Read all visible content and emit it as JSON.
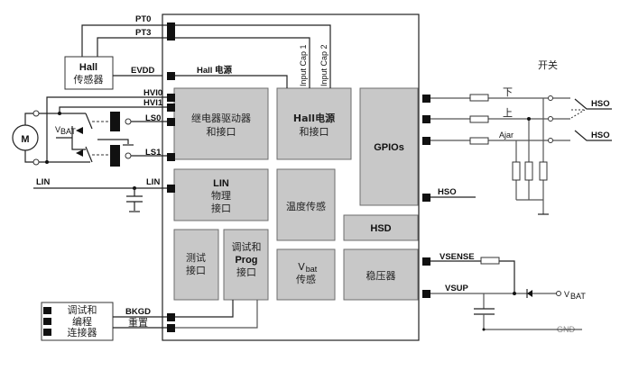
{
  "diagram": {
    "title": "",
    "chip_blocks": {
      "relay_driver": {
        "line1": "继电器驱动器",
        "line2": "和接口"
      },
      "hall_power": {
        "line1": "Hall电源",
        "line2": "和接口"
      },
      "gpios": {
        "label": "GPIOs"
      },
      "lin_phy": {
        "line1": "LIN",
        "line2": "物理",
        "line3": "接口"
      },
      "temp_sense": {
        "label": "温度传感"
      },
      "hsd": {
        "label": "HSD"
      },
      "test_if": {
        "line1": "测试",
        "line2": "接口"
      },
      "debug_prog": {
        "line1": "调试和",
        "line2": "Prog",
        "line3": "接口"
      },
      "vbat_sense": {
        "v": "V",
        "sub": "bat",
        "line2": "传感"
      },
      "regulator": {
        "label": "稳压器"
      }
    },
    "external": {
      "hall_sensor": {
        "line1": "Hall",
        "line2": "传感器"
      },
      "motor": {
        "label": "M"
      },
      "vbat_relay": {
        "v": "V",
        "sub": "BAT"
      },
      "debug_connector": {
        "line1": "调试和",
        "line2": "编程",
        "line3": "连接器"
      },
      "switch_title": "开关",
      "vbat_supply": {
        "v": "V",
        "sub": "BAT"
      },
      "gnd_label": "GND"
    },
    "signals": {
      "pt0": "PT0",
      "pt3": "PT3",
      "evdd": "EVDD",
      "hall_supply": "Hall 电源",
      "input_cap1": "Input Cap 1",
      "input_cap2": "Input Cap 2",
      "hvi0": "HVI0",
      "hvi1": "HVI1",
      "ls0": "LS0",
      "ls1": "LS1",
      "lin_ext": "LIN",
      "lin_pin": "LIN",
      "bkgd": "BKGD",
      "reset": "重置",
      "down": "下",
      "up": "上",
      "ajar": "Ajar",
      "hso_pin": "HSO",
      "hso_sw1": "HSO",
      "hso_sw2": "HSO",
      "vsense": "VSENSE",
      "vsup": "VSUP"
    }
  }
}
